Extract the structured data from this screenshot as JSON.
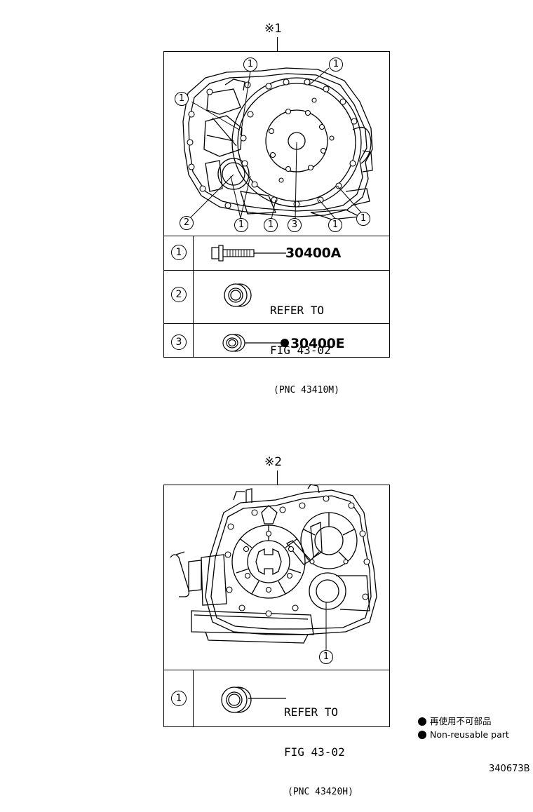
{
  "section1": {
    "marker": "※1",
    "callouts": [
      "1",
      "1",
      "1",
      "1",
      "2",
      "1",
      "1",
      "3",
      "1",
      "1"
    ],
    "rows": [
      {
        "index": "1",
        "part_no": "30400A"
      },
      {
        "index": "2",
        "refer_line1": "REFER TO",
        "refer_line2": "FIG 43-02",
        "pnc": "(PNC 43410M)"
      },
      {
        "index": "3",
        "part_no": "30400E",
        "nonreusable": true
      }
    ]
  },
  "section2": {
    "marker": "※2",
    "callouts": [
      "1"
    ],
    "rows": [
      {
        "index": "1",
        "refer_line1": "REFER TO",
        "refer_line2": "FIG 43-02",
        "pnc": "(PNC 43420H)"
      }
    ]
  },
  "legend": {
    "jp": "再使用不可部品",
    "en": "Non-reusable part"
  },
  "figure_id": "340673B"
}
